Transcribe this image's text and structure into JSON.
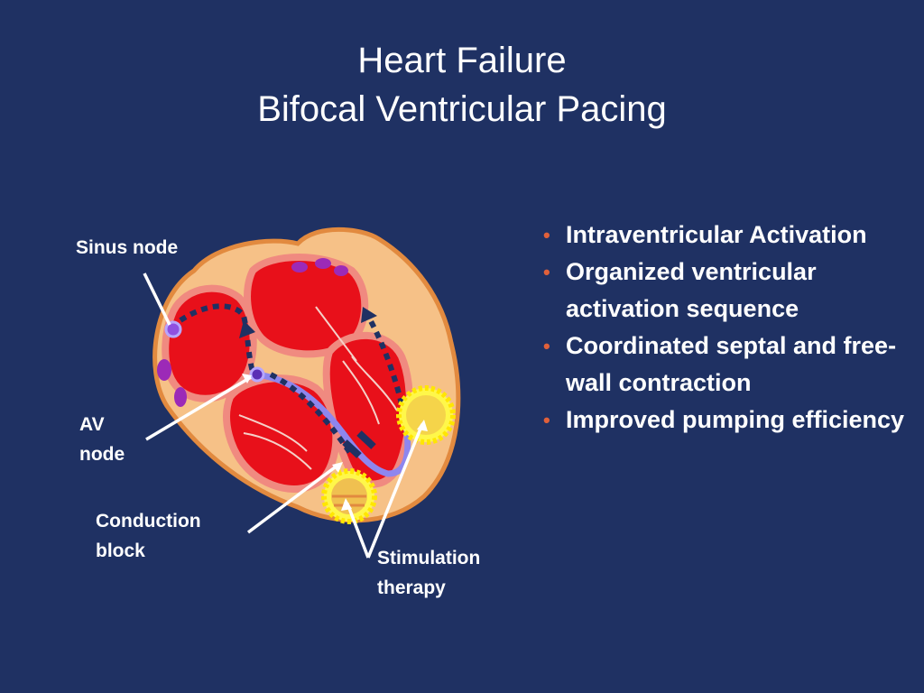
{
  "slide": {
    "title_line1": "Heart Failure",
    "title_line2": "Bifocal Ventricular Pacing"
  },
  "bullets": [
    {
      "text": "Intraventricular Activation"
    },
    {
      "text": "Organized ventricular activation sequence"
    },
    {
      "text": "Coordinated septal and free-wall contraction"
    },
    {
      "text": "Improved pumping efficiency"
    }
  ],
  "diagram": {
    "labels": {
      "sinus_node": "Sinus node",
      "av_node_line1": "AV",
      "av_node_line2": "node",
      "conduction_block_line1": "Conduction",
      "conduction_block_line2": "block",
      "stimulation_line1": "Stimulation",
      "stimulation_line2": "therapy"
    }
  },
  "colors": {
    "background": "#1f3163",
    "bullet": "#e0603a",
    "text": "#ffffff"
  }
}
